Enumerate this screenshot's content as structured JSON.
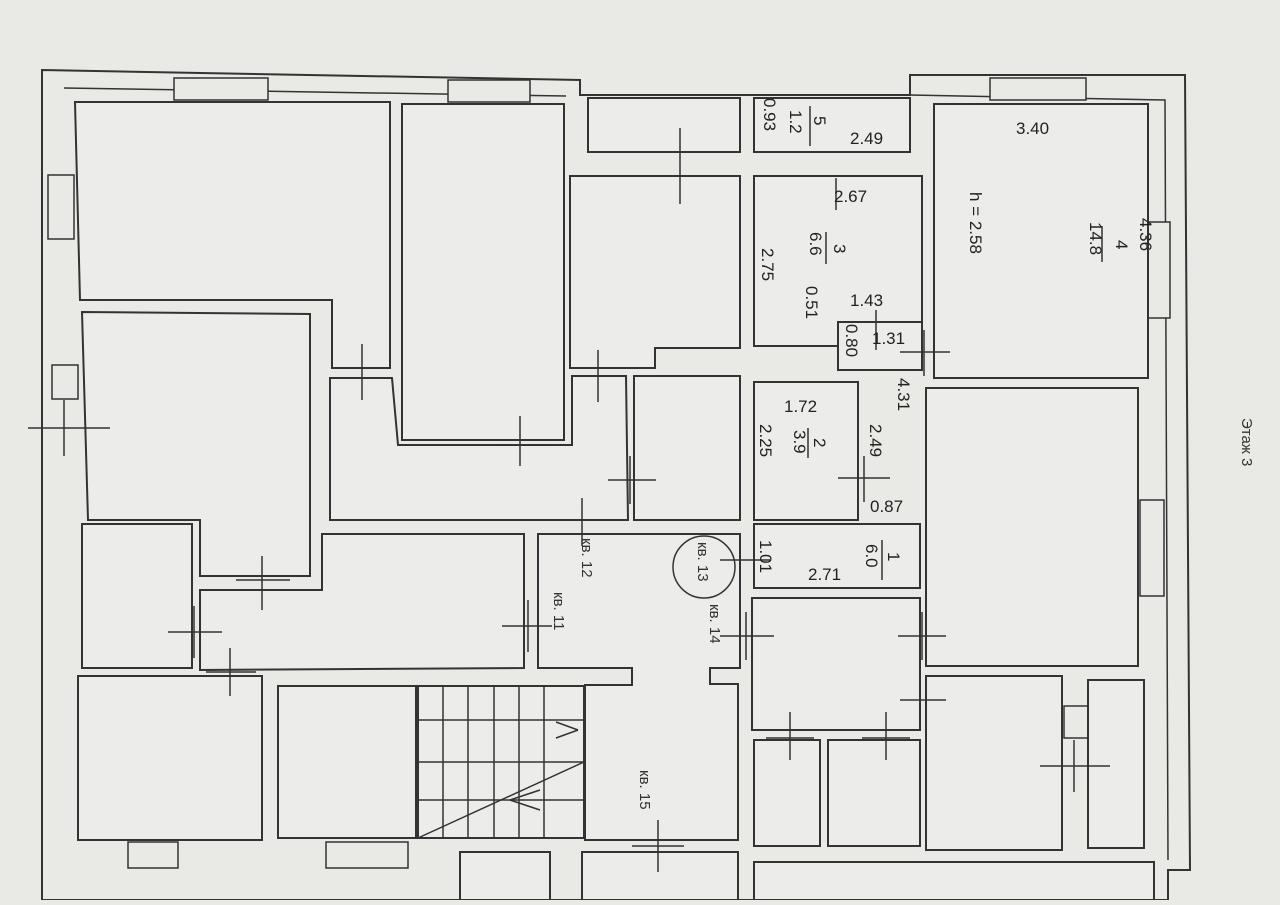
{
  "plan": {
    "floor_label": "Этаж 3",
    "apartments": {
      "kv12": "кв. 12",
      "kv11": "кв. 11",
      "kv13": "кв. 13",
      "kv14": "кв. 14",
      "kv15": "кв. 15"
    },
    "rooms": {
      "r5": {
        "number": "5",
        "area": "1.2",
        "dim_a": "0.93",
        "dim_b": "2.49"
      },
      "r4": {
        "number": "4",
        "area": "14.8",
        "dim_a": "3.40",
        "dim_b": "4.36",
        "height": "h = 2.58"
      },
      "r3": {
        "number": "3",
        "area": "6.6",
        "dim_a": "2.67",
        "dim_b": "2.75",
        "dim_c": "0.51"
      },
      "r2": {
        "number": "2",
        "area": "3.9",
        "dim_a": "1.72",
        "dim_b": "2.25",
        "dim_c": "2.49"
      },
      "r1": {
        "number": "1",
        "area": "6.0",
        "dim_a": "2.71",
        "dim_b": "1.01"
      }
    },
    "extra_dims": {
      "d143": "1.43",
      "d131": "1.31",
      "d080": "0.80",
      "d431": "4.31",
      "d087": "0.87"
    }
  }
}
